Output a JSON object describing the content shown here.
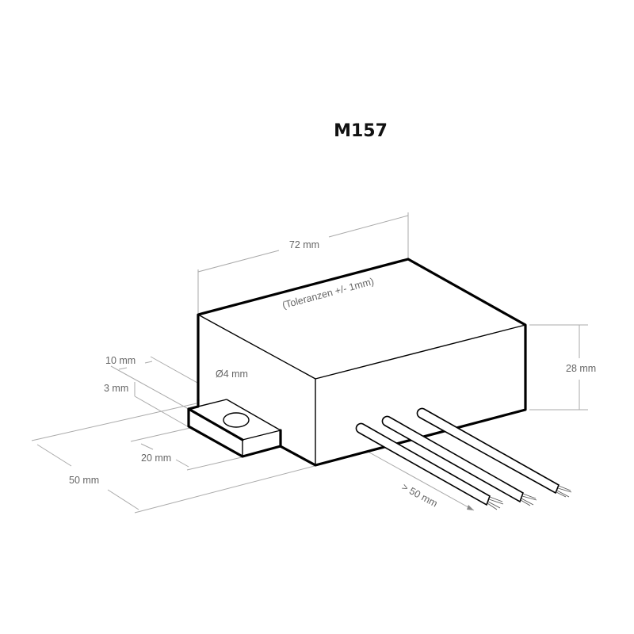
{
  "drawing": {
    "title": "M157",
    "tolerance_note": "(Toleranzen +/- 1mm)",
    "dimensions": {
      "length": "72 mm",
      "height": "28 mm",
      "tab_width": "10 mm",
      "tab_thickness": "3 mm",
      "hole_diameter": "Ø4 mm",
      "tab_length": "20 mm",
      "depth": "50 mm",
      "wire_length": "> 50 mm"
    },
    "wire_count": 3,
    "colors": {
      "outline": "#000000",
      "dimension_line": "#aaaaaa",
      "dimension_text": "#666666",
      "background": "#ffffff"
    }
  }
}
